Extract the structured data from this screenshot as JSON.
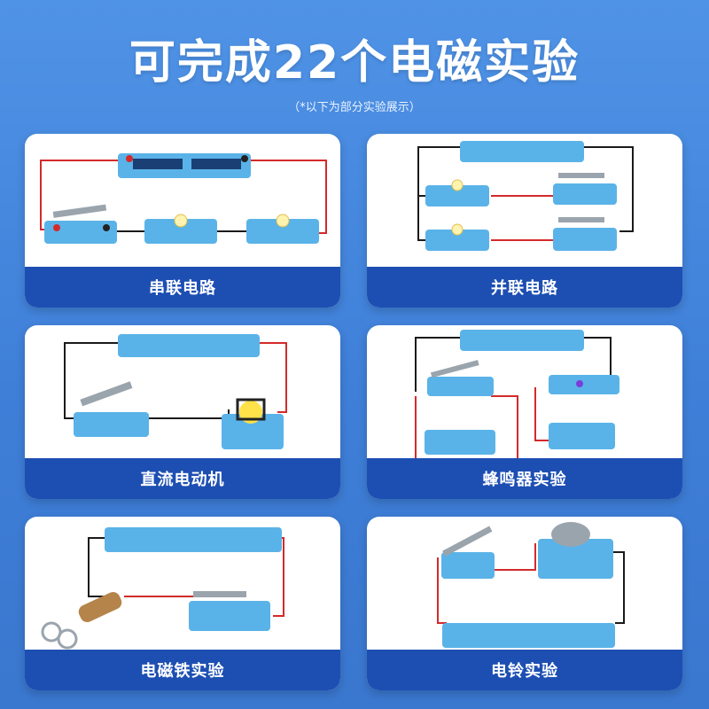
{
  "header": {
    "title": "可完成22个电磁实验",
    "subtitle": "（*以下为部分实验展示）"
  },
  "cards": [
    {
      "label": "串联电路"
    },
    {
      "label": "并联电路"
    },
    {
      "label": "直流电动机"
    },
    {
      "label": "蜂鸣器实验"
    },
    {
      "label": "电磁铁实验"
    },
    {
      "label": "电铃实验"
    }
  ],
  "colors": {
    "background": "#4a8be0",
    "label_bar": "#1d4fb3",
    "component_blue": "#5ab3e8",
    "wire_red": "#d42a2a",
    "wire_black": "#1a1a1a"
  }
}
